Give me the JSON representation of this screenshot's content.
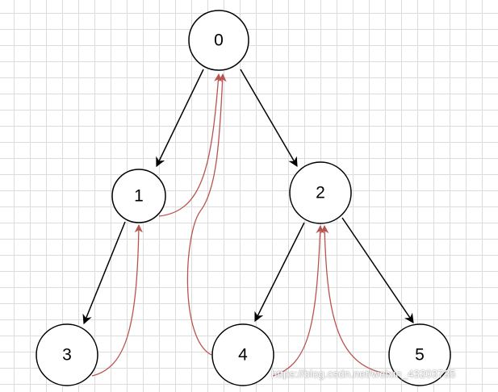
{
  "nodes": [
    {
      "id": "0",
      "label": "0"
    },
    {
      "id": "1",
      "label": "1"
    },
    {
      "id": "2",
      "label": "2"
    },
    {
      "id": "3",
      "label": "3"
    },
    {
      "id": "4",
      "label": "4"
    },
    {
      "id": "5",
      "label": "5"
    }
  ],
  "tree_edges": [
    {
      "from": "0",
      "to": "1"
    },
    {
      "from": "0",
      "to": "2"
    },
    {
      "from": "1",
      "to": "3"
    },
    {
      "from": "2",
      "to": "4"
    },
    {
      "from": "2",
      "to": "5"
    }
  ],
  "parent_pointer_edges": [
    {
      "from": "1",
      "to": "0"
    },
    {
      "from": "4",
      "to": "0"
    },
    {
      "from": "3",
      "to": "1"
    },
    {
      "from": "4",
      "to": "2"
    },
    {
      "from": "5",
      "to": "2"
    }
  ],
  "colors": {
    "tree_edge": "#000000",
    "parent_pointer_edge": "#b85450",
    "grid": "#dcdcdc",
    "node_fill": "#ffffff",
    "node_stroke": "#000000"
  },
  "watermark": "https://blog.csdn.net/weixin_43203735"
}
